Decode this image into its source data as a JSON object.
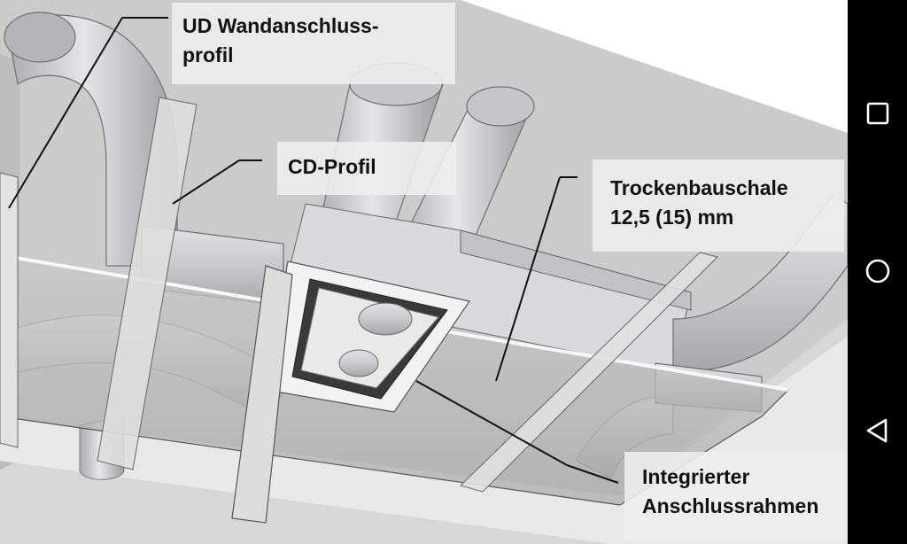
{
  "labels": {
    "ud_line1": "UD Wandanschluss-",
    "ud_line2": "profil",
    "cd": "CD-Profil",
    "tb_line1": "Trockenbauschale",
    "tb_line2": "12,5 (15) mm",
    "ir_line1": "Integrierter",
    "ir_line2": "Anschlussrahmen"
  },
  "navbar": {
    "buttons": [
      {
        "icon": "recents-square-icon"
      },
      {
        "icon": "home-circle-icon"
      },
      {
        "icon": "back-triangle-icon"
      }
    ]
  },
  "colors": {
    "ceiling": "#cfcfcf",
    "board": "#b9b9b9",
    "duct": "#d2d2d6",
    "frame": "#f0f0f0",
    "navbar": "#000000"
  }
}
